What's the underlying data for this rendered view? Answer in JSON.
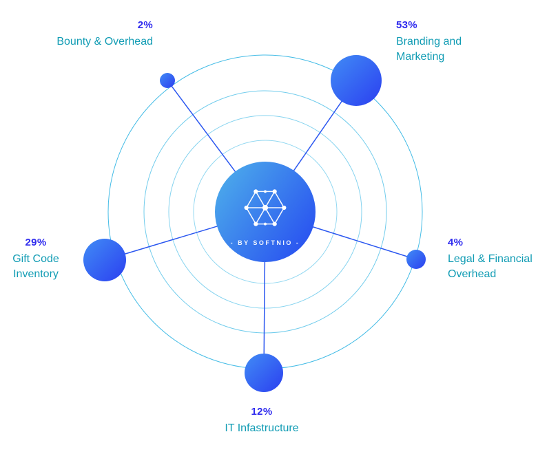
{
  "chart_data": {
    "type": "pie",
    "layout": "radial-orbit-bubbles",
    "title": "",
    "categories": [
      "Bounty & Overhead",
      "Branding and Marketing",
      "Legal & Financial Overhead",
      "IT Infastructure",
      "Gift Code Inventory"
    ],
    "values": [
      2,
      53,
      4,
      12,
      29
    ],
    "unit": "%",
    "legend_position": "labels-around-bubbles",
    "grid": "concentric-orbit-rings",
    "center_caption": "- BY SOFTNIO -"
  },
  "center": {
    "caption": "- BY SOFTNIO -",
    "icon": "blockchain-network-icon"
  },
  "nodes": [
    {
      "id": "bounty-overhead",
      "percent": "2%",
      "lines": [
        "Bounty & Overhead"
      ]
    },
    {
      "id": "branding-marketing",
      "percent": "53%",
      "lines": [
        "Branding and",
        "Marketing"
      ]
    },
    {
      "id": "legal-financial",
      "percent": "4%",
      "lines": [
        "Legal & Financial",
        "Overhead"
      ]
    },
    {
      "id": "it-infrastructure",
      "percent": "12%",
      "lines": [
        "IT Infastructure"
      ]
    },
    {
      "id": "gift-code-inventory",
      "percent": "29%",
      "lines": [
        "Gift Code",
        "Inventory"
      ]
    }
  ],
  "colors": {
    "percent_text": "#2f2bee",
    "category_text": "#119cb4",
    "orbit_stroke": "#3ab8e5",
    "connector_line": "#2b57f0",
    "bubble_gradient_from": "#418cf5",
    "bubble_gradient_to": "#2b3ff0",
    "center_gradient_from": "#4fb3ea",
    "center_gradient_to": "#2b57f0",
    "background": "#ffffff"
  }
}
